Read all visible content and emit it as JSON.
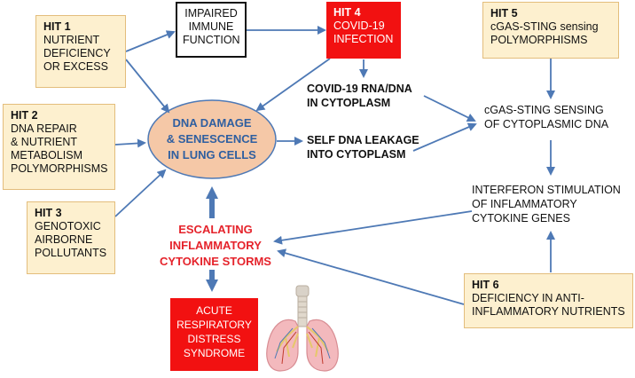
{
  "hit1": {
    "title": "HIT 1",
    "lines": [
      "NUTRIENT",
      "DEFICIENCY",
      "OR EXCESS"
    ]
  },
  "hit2": {
    "title": "HIT 2",
    "lines": [
      "DNA REPAIR",
      "& NUTRIENT",
      "METABOLISM",
      "POLYMORPHISMS"
    ]
  },
  "hit3": {
    "title": "HIT 3",
    "lines": [
      "GENOTOXIC",
      "AIRBORNE",
      "POLLUTANTS"
    ]
  },
  "hit4": {
    "title": "HIT 4",
    "lines": [
      "COVID-19",
      "INFECTION"
    ]
  },
  "hit5": {
    "title": "HIT 5",
    "lines": [
      "cGAS-STING sensing",
      "POLYMORPHISMS"
    ]
  },
  "hit6": {
    "title": "HIT 6",
    "lines": [
      "DEFICIENCY  IN  ANTI-",
      "INFLAMMATORY NUTRIENTS"
    ]
  },
  "impaired": {
    "lines": [
      "IMPAIRED",
      "IMMUNE",
      "FUNCTION"
    ]
  },
  "dna_damage": {
    "lines": [
      "DNA DAMAGE",
      "& SENESCENCE",
      "IN LUNG CELLS"
    ]
  },
  "covid_rna": {
    "lines": [
      "COVID-19 RNA/DNA",
      "IN CYTOPLASM"
    ]
  },
  "self_dna": {
    "lines": [
      "SELF DNA LEAKAGE",
      "INTO CYTOPLASM"
    ]
  },
  "cgas_sensing": {
    "lines": [
      "cGAS-STING SENSING",
      "OF CYTOPLASMIC DNA"
    ]
  },
  "interferon": {
    "lines": [
      "INTERFERON STIMULATION",
      "OF INFLAMMATORY",
      "CYTOKINE GENES"
    ]
  },
  "storms": {
    "lines": [
      "ESCALATING",
      "INFLAMMATORY",
      "CYTOKINE STORMS"
    ]
  },
  "ards": {
    "lines": [
      "ACUTE",
      "RESPIRATORY",
      "DISTRESS",
      "SYNDROME"
    ]
  },
  "colors": {
    "hit_fill": "#fdf0cf",
    "hit_border": "#e3bd7c",
    "hit4_fill": "#f21111",
    "arrow": "#4e79b5",
    "ellipse_fill": "#f5c8a7",
    "ellipse_stroke": "#4e79b5",
    "storm_text": "#e5232b",
    "ellipse_text": "#2f5fa0",
    "ards_fill": "#f21111"
  }
}
